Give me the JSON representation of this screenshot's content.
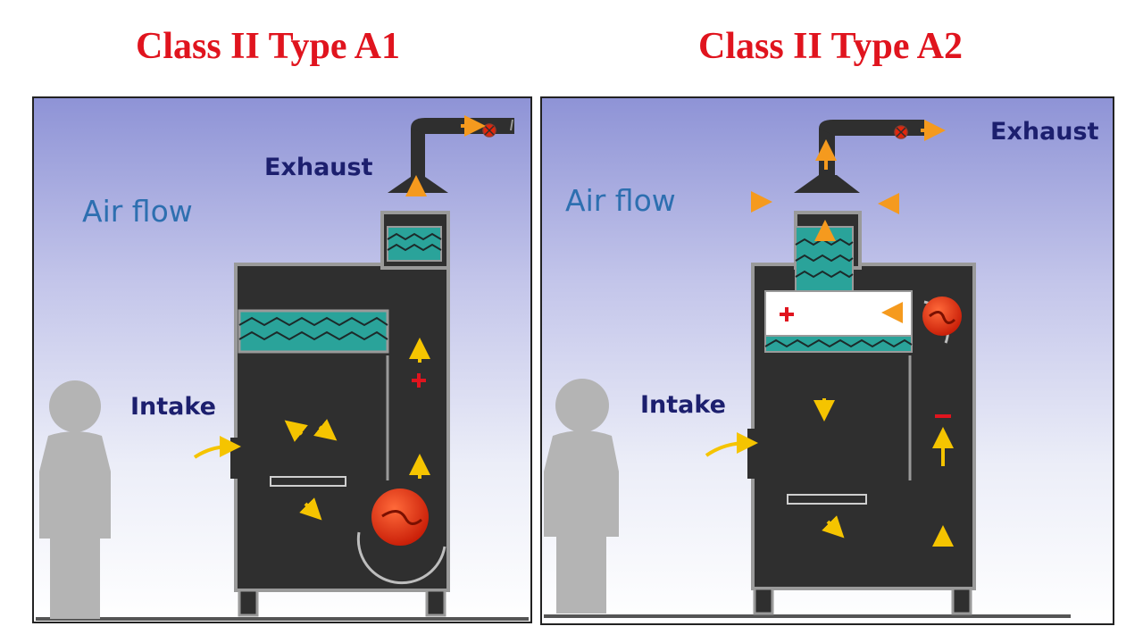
{
  "diagrams": [
    {
      "title": "Class II Type A1",
      "labels": {
        "exhaust": "Exhaust",
        "air_flow": "Air flow",
        "intake": "Intake"
      }
    },
    {
      "title": "Class II Type A2",
      "labels": {
        "exhaust": "Exhaust",
        "air_flow": "Air flow",
        "intake": "Intake"
      }
    }
  ],
  "colors": {
    "title": "#e0141e",
    "cabinet": "#2f2f2f",
    "cabinet_outline": "#9a9a9a",
    "filter": "#2aa39a",
    "arrow": "#f5c400",
    "exhaust_arrow": "#f59a1e",
    "fan": "#e2260c",
    "plus_minus": "#e0141e",
    "label_dark": "#1c1f6e",
    "label_blue": "#2d6fb0",
    "person": "#b4b4b4"
  },
  "icons": [
    "fan-icon",
    "person-icon",
    "flow-arrow-icon",
    "plus-icon",
    "minus-icon",
    "damper-icon"
  ]
}
